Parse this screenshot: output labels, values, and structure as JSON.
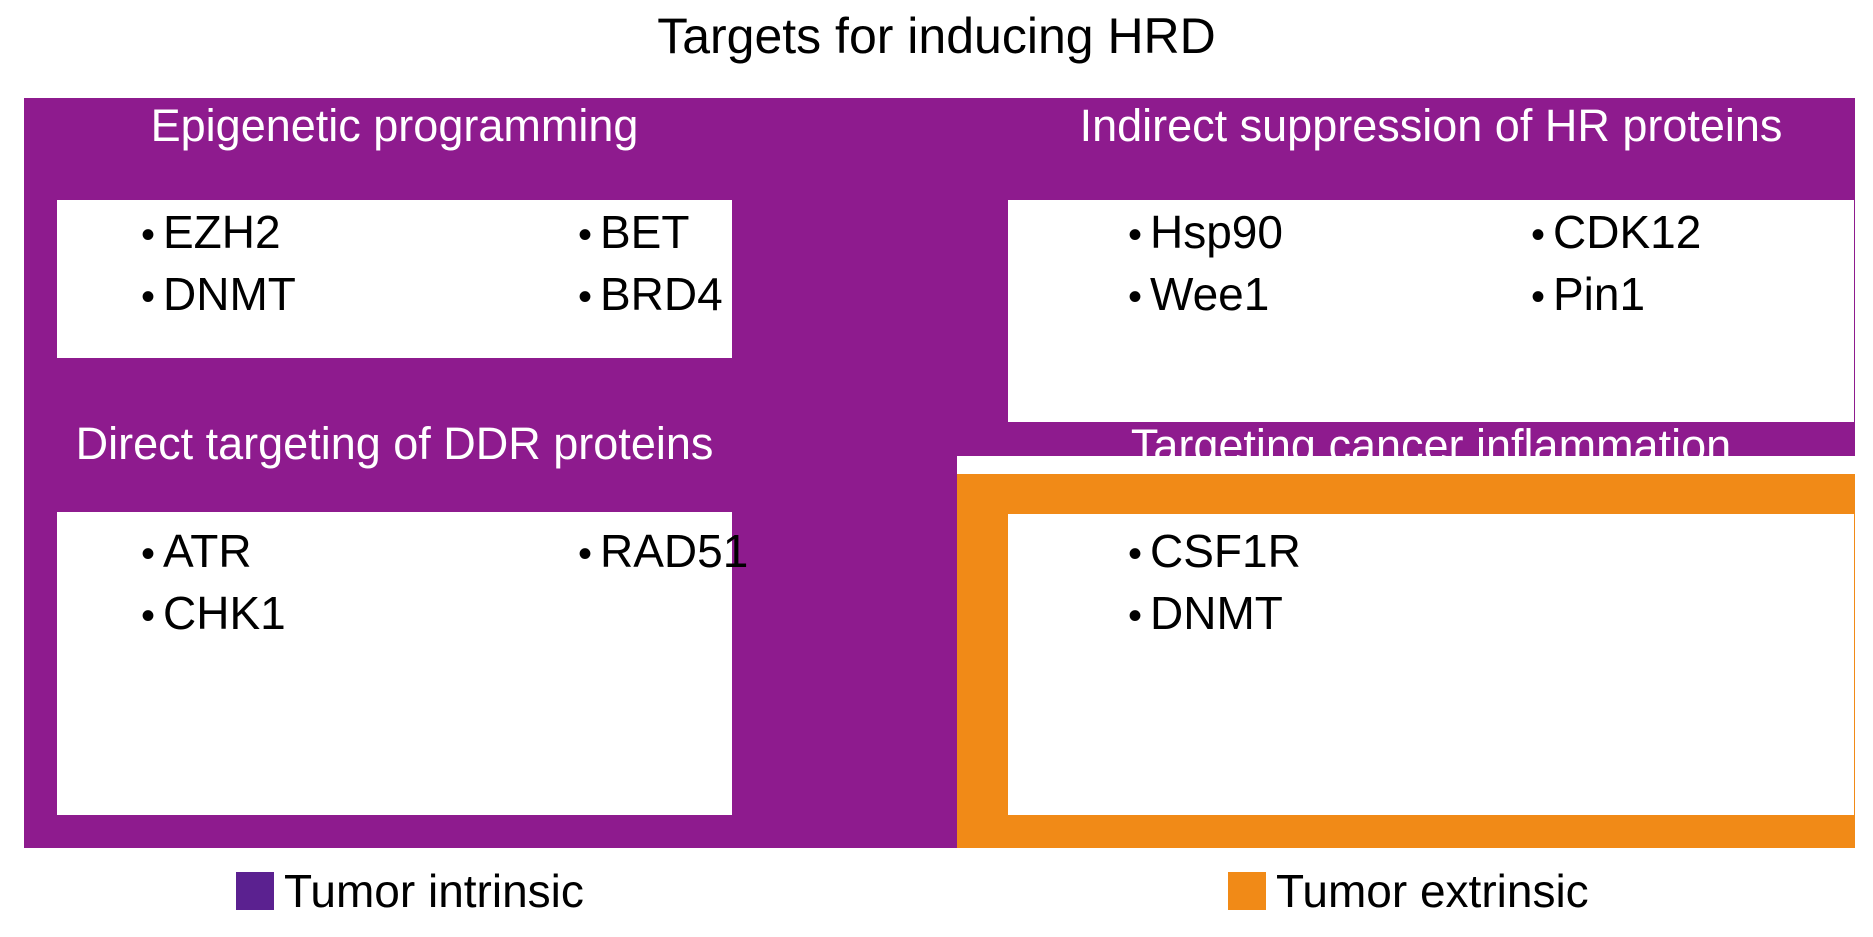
{
  "title": "Targets for inducing HRD",
  "colors": {
    "tumor_intrinsic": "#8E1B8E",
    "tumor_extrinsic": "#F18A17",
    "legend_intrinsic_swatch": "#5B2190",
    "legend_extrinsic_swatch": "#F18A17",
    "heading_text": "#FFFFFF",
    "body_text": "#000000",
    "background": "#FFFFFF"
  },
  "sections": [
    {
      "id": "epigenetic-programming",
      "heading": "Epigenetic programming",
      "category": "Tumor intrinsic",
      "columns": [
        {
          "items": [
            "EZH2",
            "DNMT"
          ]
        },
        {
          "items": [
            "BET",
            "BRD4"
          ]
        }
      ]
    },
    {
      "id": "indirect-suppression-of-hr-proteins",
      "heading": "Indirect suppression of HR proteins",
      "category": "Tumor intrinsic",
      "columns": [
        {
          "items": [
            "Hsp90",
            "Wee1"
          ]
        },
        {
          "items": [
            "CDK12",
            "Pin1"
          ]
        }
      ]
    },
    {
      "id": "direct-targeting-of-ddr-proteins",
      "heading": "Direct targeting of DDR proteins",
      "category": "Tumor intrinsic",
      "columns": [
        {
          "items": [
            "ATR",
            "CHK1"
          ]
        },
        {
          "items": [
            "RAD51"
          ]
        }
      ]
    },
    {
      "id": "targeting-cancer-inflammation",
      "heading": "Targeting cancer inflammation",
      "category": "Tumor extrinsic",
      "columns": [
        {
          "items": [
            "CSF1R",
            "DNMT"
          ]
        }
      ]
    }
  ],
  "legend": {
    "items": [
      {
        "label": "Tumor intrinsic",
        "color": "#5B2190"
      },
      {
        "label": "Tumor extrinsic",
        "color": "#F18A17"
      }
    ]
  },
  "bullet_glyph": "•"
}
